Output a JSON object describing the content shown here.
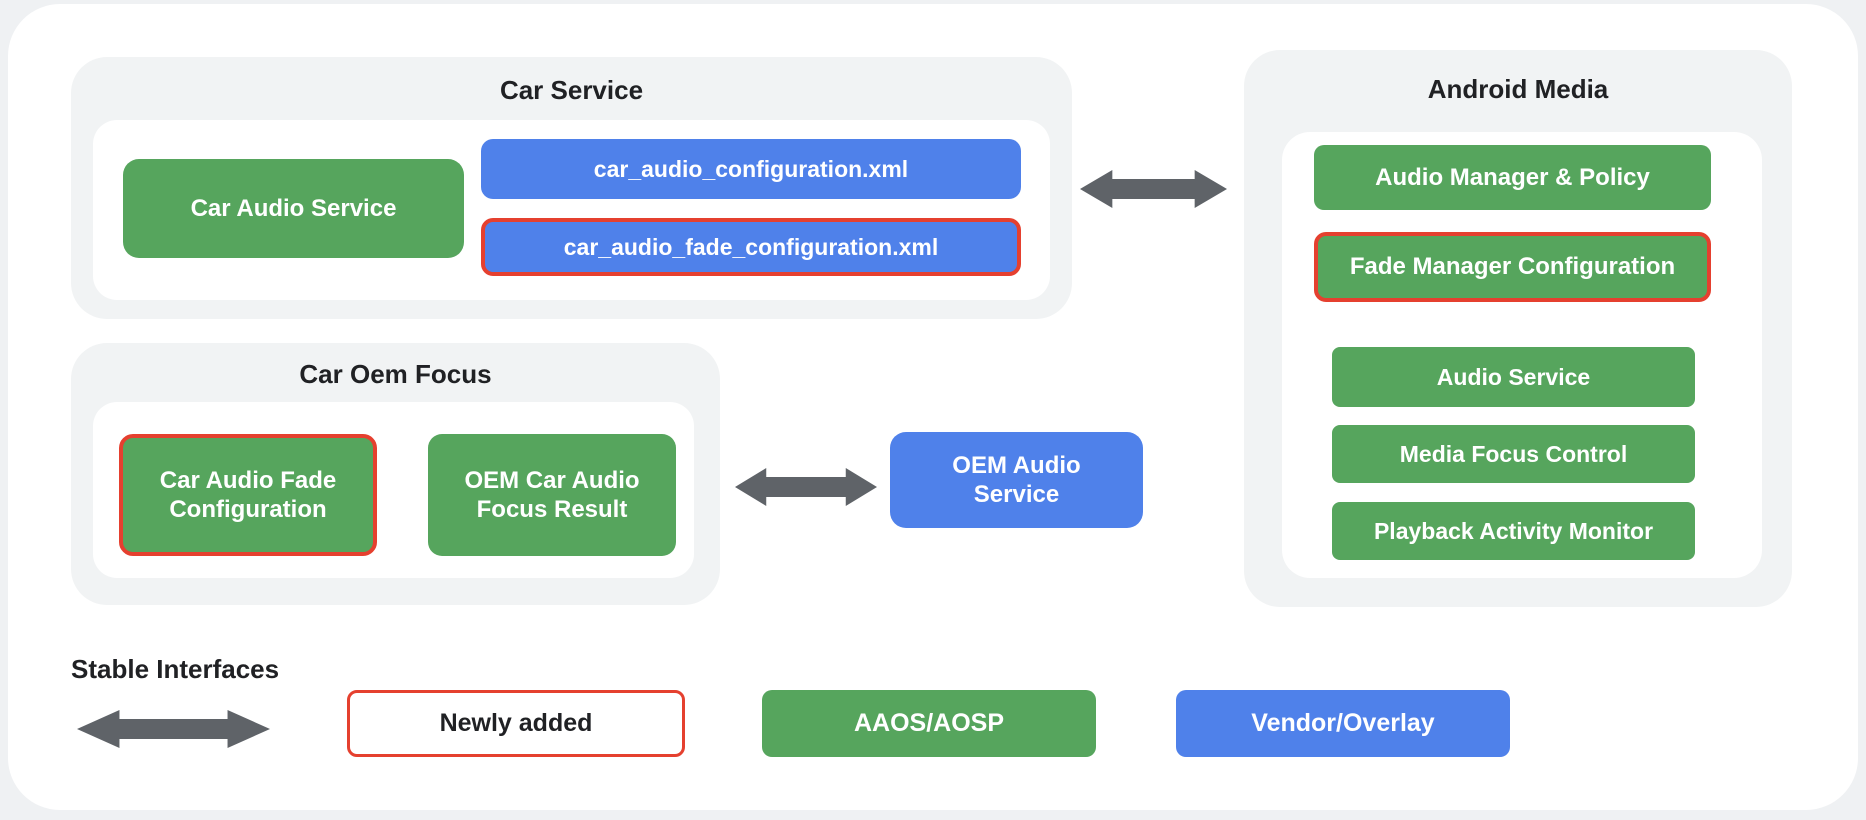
{
  "car_service": {
    "title": "Car Service",
    "car_audio_service": "Car Audio Service",
    "config_xml": "car_audio_configuration.xml",
    "fade_config_xml": "car_audio_fade_configuration.xml"
  },
  "android_media": {
    "title": "Android Media",
    "audio_manager_policy": "Audio Manager & Policy",
    "fade_manager_configuration": "Fade Manager Configuration",
    "audio_service": "Audio Service",
    "media_focus_control": "Media Focus Control",
    "playback_activity_monitor": "Playback Activity Monitor"
  },
  "car_oem_focus": {
    "title": "Car Oem Focus",
    "car_audio_fade_configuration": "Car Audio Fade Configuration",
    "oem_car_audio_focus_result": "OEM Car Audio Focus Result"
  },
  "oem_audio_service": {
    "label": "OEM Audio Service"
  },
  "legend": {
    "stable_interfaces": "Stable Interfaces",
    "newly_added": "Newly added",
    "aaos_aosp": "AAOS/AOSP",
    "vendor_overlay": "Vendor/Overlay"
  },
  "icons": {
    "double_arrow": "double-headed-arrow"
  },
  "colors": {
    "green_aaos": "#56A55D",
    "blue_vendor": "#4F81EA",
    "red_new": "#E5402F",
    "gray_arrow": "#5F6368",
    "gray_container": "#F1F3F4",
    "page_background": "#EFF1F3",
    "card_background": "#FFFFFF",
    "text_dark": "#202124",
    "text_light": "#FFFFFF"
  }
}
